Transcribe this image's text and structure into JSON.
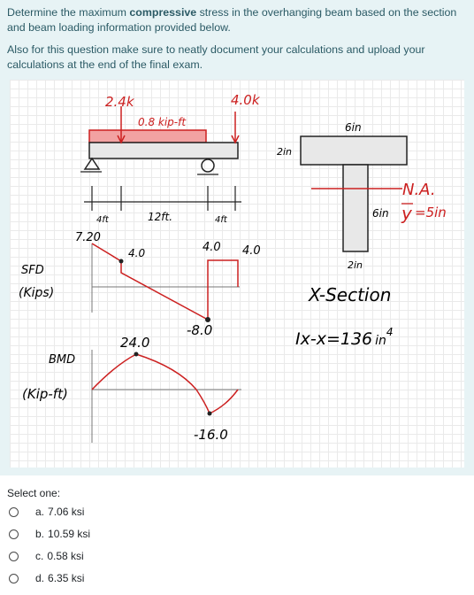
{
  "question": {
    "line1_pre": "Determine the maximum ",
    "line1_bold": "compressive",
    "line1_post": " stress in the overhanging beam based on the section and beam loading information provided below.",
    "line2": "Also for this question make sure to neatly document your calculations and upload your calculations at the end of the final exam."
  },
  "figure": {
    "load_left": "2.4k",
    "load_right": "4.0k",
    "dist_load": "0.8 kip-ft",
    "dim_left": "4ft",
    "dim_mid": "12ft.",
    "dim_right": "4ft",
    "sfd_label": "SFD",
    "sfd_units": "(Kips)",
    "sfd_v1": "7.20",
    "sfd_v2": "4.0",
    "sfd_v3": "4.0",
    "sfd_v4": "4.0",
    "sfd_v5": "-8.0",
    "bmd_label": "BMD",
    "bmd_units": "(Kip-ft)",
    "bmd_v1": "24.0",
    "bmd_v2": "-16.0",
    "sec_top_width": "6in",
    "sec_flange_thk": "2in",
    "sec_web_height": "6in",
    "sec_web_width": "2in",
    "na_label": "N.A.",
    "ybar": "y",
    "ybar_value": "=5in",
    "xsection": "X-Section",
    "moi_label": "Ix-x=136",
    "moi_unit": "in",
    "moi_exp": "4"
  },
  "answer": {
    "select_label": "Select one:",
    "options": [
      {
        "letter": "a.",
        "text": "7.06 ksi"
      },
      {
        "letter": "b.",
        "text": "10.59 ksi"
      },
      {
        "letter": "c.",
        "text": "0.58 ksi"
      },
      {
        "letter": "d.",
        "text": "6.35 ksi"
      }
    ]
  }
}
